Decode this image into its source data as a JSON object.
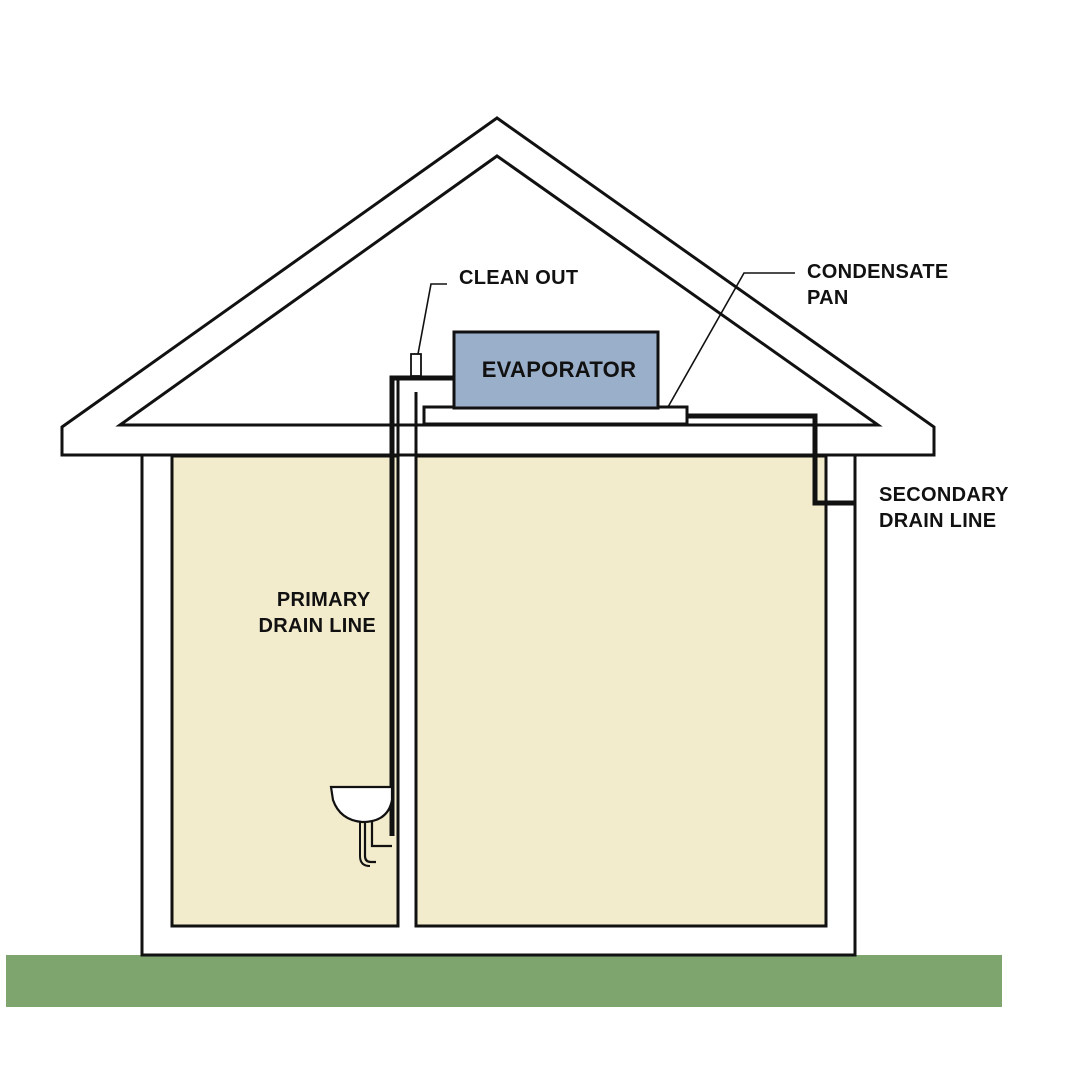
{
  "labels": {
    "clean_out": "CLEAN OUT",
    "condensate_pan": [
      "CONDENSATE",
      "PAN"
    ],
    "evaporator": "EVAPORATOR",
    "secondary_drain_line": [
      "SECONDARY",
      "DRAIN LINE"
    ],
    "primary_drain_line": [
      "PRIMARY",
      "DRAIN LINE"
    ]
  },
  "colors": {
    "interior_wall": "#f2ebcc",
    "evaporator": "#9aafca",
    "ground": "#7ea56e",
    "outline": "#111111",
    "background": "#ffffff"
  }
}
